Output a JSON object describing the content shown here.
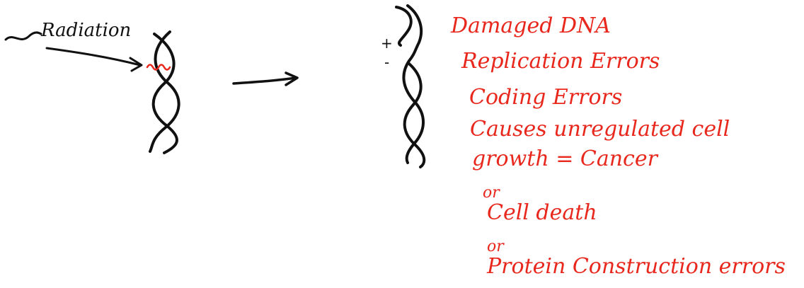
{
  "left_label": "Radiation",
  "signs": {
    "plus": "+",
    "minus": "-"
  },
  "notes": [
    "Damaged DNA",
    "Replication Errors",
    "Coding Errors",
    "Causes unregulated cell",
    "growth = Cancer",
    "or",
    "Cell death",
    "or",
    "Protein Construction errors"
  ],
  "colors": {
    "ink": "#111111",
    "annotation": "#e8271d"
  }
}
